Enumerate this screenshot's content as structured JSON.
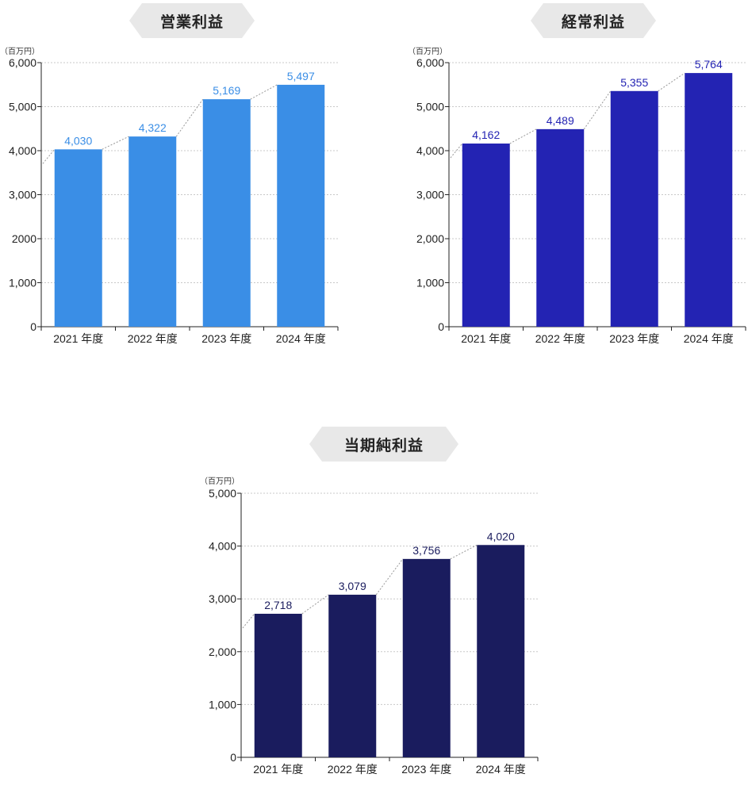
{
  "chart_data": [
    {
      "type": "bar",
      "title": "営業利益",
      "unit": "（百万円）",
      "categories": [
        "2021 年度",
        "2022 年度",
        "2023 年度",
        "2024 年度"
      ],
      "values": [
        4030,
        4322,
        5169,
        5497
      ],
      "data_labels": [
        "4,030",
        "4,322",
        "5,169",
        "5,497"
      ],
      "yticks": [
        0,
        1000,
        2000,
        3000,
        4000,
        5000,
        6000
      ],
      "ytick_labels": [
        "0",
        "1,000",
        "2000",
        "3,000",
        "4,000",
        "5,000",
        "6,000"
      ],
      "ylim": [
        0,
        6000
      ],
      "color": "#3a8ee6",
      "label_color": "#3a8ee6",
      "grid": true,
      "connector_lines": true
    },
    {
      "type": "bar",
      "title": "経常利益",
      "unit": "（百万円）",
      "categories": [
        "2021 年度",
        "2022 年度",
        "2023 年度",
        "2024 年度"
      ],
      "values": [
        4162,
        4489,
        5355,
        5764
      ],
      "data_labels": [
        "4,162",
        "4,489",
        "5,355",
        "5,764"
      ],
      "yticks": [
        0,
        1000,
        2000,
        3000,
        4000,
        5000,
        6000
      ],
      "ytick_labels": [
        "0",
        "1,000",
        "2,000",
        "3,000",
        "4,000",
        "5,000",
        "6,000"
      ],
      "ylim": [
        0,
        6000
      ],
      "color": "#2323b3",
      "label_color": "#2323b3",
      "grid": true,
      "connector_lines": true
    },
    {
      "type": "bar",
      "title": "当期純利益",
      "unit": "（百万円）",
      "categories": [
        "2021 年度",
        "2022 年度",
        "2023 年度",
        "2024 年度"
      ],
      "values": [
        2718,
        3079,
        3756,
        4020
      ],
      "data_labels": [
        "2,718",
        "3,079",
        "3,756",
        "4,020"
      ],
      "yticks": [
        0,
        1000,
        2000,
        3000,
        4000,
        5000
      ],
      "ytick_labels": [
        "0",
        "1,000",
        "2,000",
        "3,000",
        "4,000",
        "5,000"
      ],
      "ylim": [
        0,
        5000
      ],
      "color": "#1a1c5e",
      "label_color": "#1a1c5e",
      "grid": true,
      "connector_lines": true
    }
  ]
}
